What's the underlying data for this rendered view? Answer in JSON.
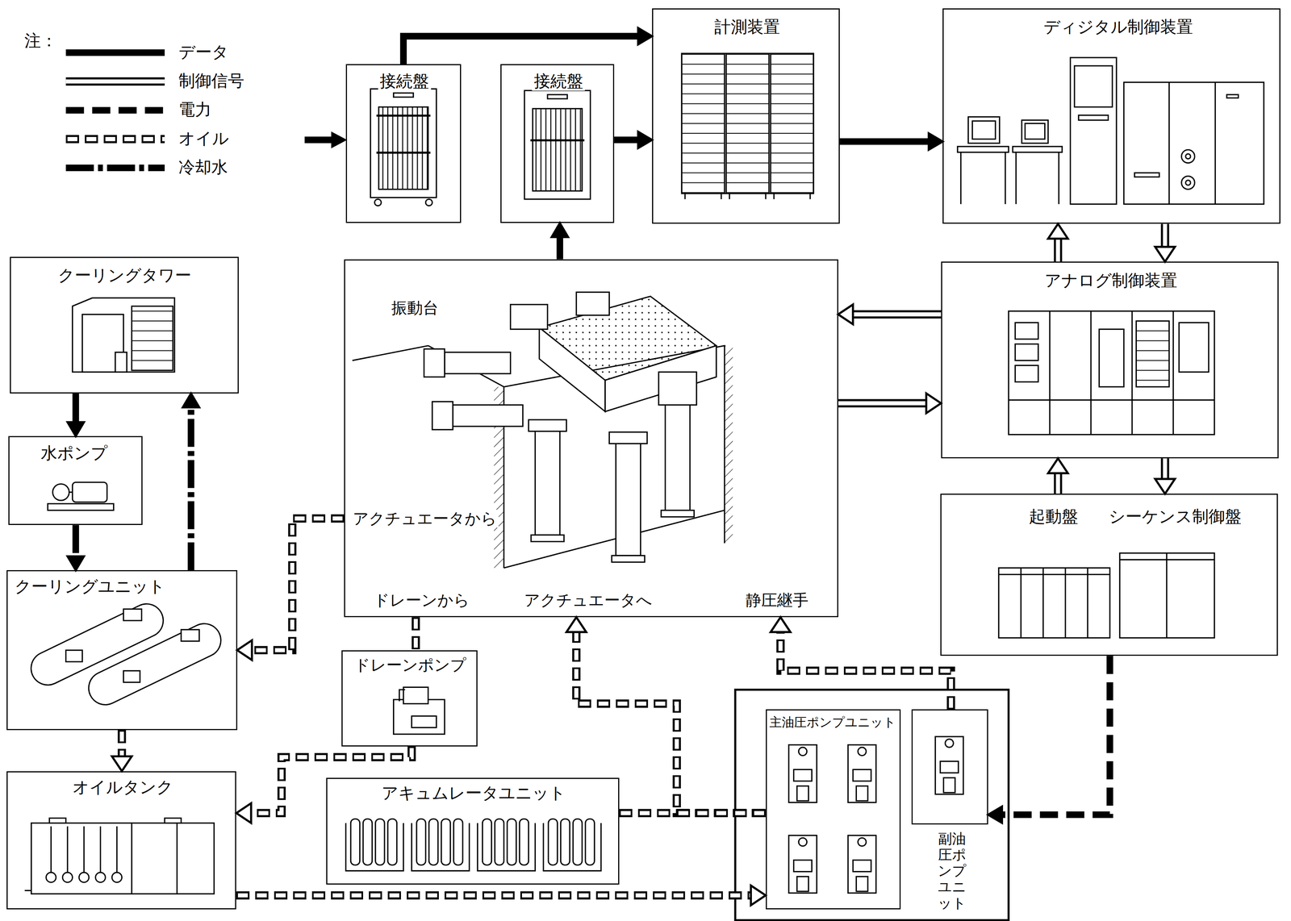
{
  "diagram": {
    "nodes": [
      {
        "text": [
          "接続盤"
        ]
      },
      {
        "text": [
          "接続盤"
        ]
      },
      {
        "text": [
          "計測装置"
        ]
      },
      {
        "text": [
          "ディジタル制御装置"
        ]
      },
      {
        "text": [
          "クーリングタワー"
        ]
      },
      {
        "text": [
          "振動台",
          "アクチュエータから",
          "ドレーンから",
          "アクチュエータへ",
          "静圧継手"
        ]
      },
      {
        "text": [
          "アナログ制御装置"
        ]
      },
      {
        "text": [
          "水ポンプ"
        ]
      },
      {
        "text": [
          "起動盤",
          "シーケンス制御盤"
        ]
      },
      {
        "text": [
          "クーリングユニット"
        ]
      },
      {
        "text": [
          "ドレーンポンプ"
        ]
      },
      {
        "text": [
          "オイルタンク"
        ]
      },
      {
        "text": [
          "アキュムレータユニット"
        ]
      },
      {
        "text": [
          "主油圧ポンプユニット"
        ]
      },
      {
        "text": [
          "副油圧ポンプ ユニット"
        ]
      }
    ],
    "edges": [
      {
        "from": 0,
        "to": 2,
        "arrow": "to"
      },
      {
        "from": 1,
        "to": 2,
        "arrow": "to"
      },
      {
        "from": 5,
        "to": 1,
        "arrow": "to"
      },
      {
        "from": 2,
        "to": 3,
        "arrow": "to"
      },
      {
        "from": 6,
        "to": 3,
        "arrow": "to"
      },
      {
        "from": 3,
        "to": 6,
        "arrow": "to"
      },
      {
        "from": 6,
        "to": 5,
        "arrow": "to"
      },
      {
        "from": 5,
        "to": 6,
        "arrow": "to"
      },
      {
        "from": 8,
        "to": 6,
        "arrow": "to"
      },
      {
        "from": 6,
        "to": 8,
        "arrow": "to"
      },
      {
        "from": 8,
        "to": 14,
        "arrow": "to"
      },
      {
        "from": 4,
        "to": 7,
        "arrow": "to"
      },
      {
        "from": 7,
        "to": 9,
        "arrow": "to"
      },
      {
        "from": 9,
        "to": 4,
        "arrow": "to"
      },
      {
        "from": 5,
        "to": 9,
        "arrow": "to"
      },
      {
        "from": 9,
        "to": 11,
        "arrow": "to"
      },
      {
        "from": 5,
        "to": 10,
        "arrow": "none"
      },
      {
        "from": 10,
        "to": 11,
        "arrow": "to"
      },
      {
        "from": 11,
        "to": 13,
        "arrow": "to"
      },
      {
        "from": 12,
        "to": 13,
        "arrow": "none"
      },
      {
        "from": 13,
        "to": 5,
        "arrow": "to"
      },
      {
        "from": 14,
        "to": 5,
        "arrow": "to"
      }
    ],
    "labels": [
      "注："
    ],
    "legend": [
      {
        "text": "データ"
      },
      {
        "text": "制御信号"
      },
      {
        "text": "電力"
      },
      {
        "text": "オイル"
      },
      {
        "text": "冷却水"
      }
    ]
  }
}
